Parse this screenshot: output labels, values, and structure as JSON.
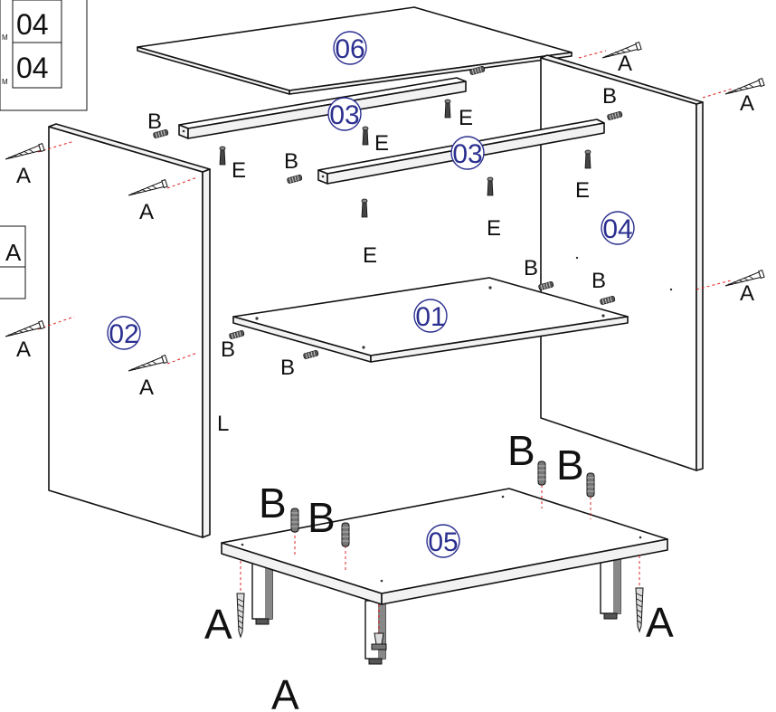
{
  "colors": {
    "line": "#111111",
    "callout": "#2b2f8f",
    "guide": "#e02020"
  },
  "table": {
    "rows": [
      "04",
      "04"
    ],
    "row_prefix": "M"
  },
  "side_box": {
    "label": "A"
  },
  "parts": {
    "p06": "06",
    "p03a": "03",
    "p03b": "03",
    "p04": "04",
    "p02": "02",
    "p01": "01",
    "p05": "05"
  },
  "hardware": {
    "a1": "A",
    "a2": "A",
    "a3": "A",
    "a4": "A",
    "a5": "A",
    "a6": "A",
    "a7": "A",
    "a8": "A",
    "a9": "A",
    "a10": "A",
    "b1": "B",
    "b2": "B",
    "b3": "B",
    "b4": "B",
    "b5": "B",
    "b6": "B",
    "b7": "B",
    "b8": "B",
    "b9": "B",
    "b10": "B",
    "b11": "B",
    "e1": "E",
    "e2": "E",
    "e3": "E",
    "e4": "E",
    "e5": "E",
    "e6": "E",
    "l1": "L"
  },
  "icons": [
    "screw-icon",
    "dowel-icon",
    "cam-bolt-icon",
    "leg-icon"
  ]
}
